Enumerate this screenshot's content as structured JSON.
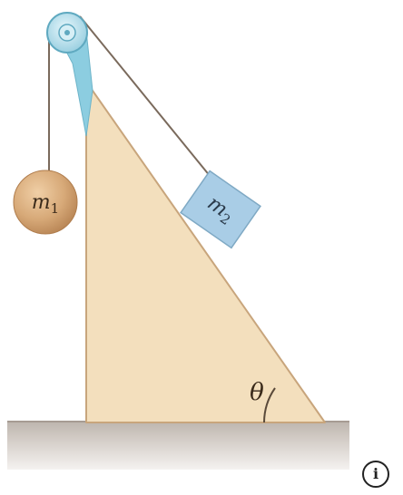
{
  "labels": {
    "hanging_mass": {
      "symbol": "m",
      "subscript": "1"
    },
    "block_mass": {
      "symbol": "m",
      "subscript": "2"
    },
    "angle": "θ"
  },
  "info_button": {
    "glyph": "i"
  },
  "colors": {
    "incline_fill": "#f3dfbd",
    "incline_stroke": "#c8a57c",
    "ground_fill": "#cbc3bc",
    "ground_line": "#9a8f88",
    "pulley_fill": "#bfe3ee",
    "support_fill": "#8ccde0",
    "sphere_fill": "#d5a877",
    "block_fill": "#a9cde6",
    "rope": "#7a6a5c"
  }
}
